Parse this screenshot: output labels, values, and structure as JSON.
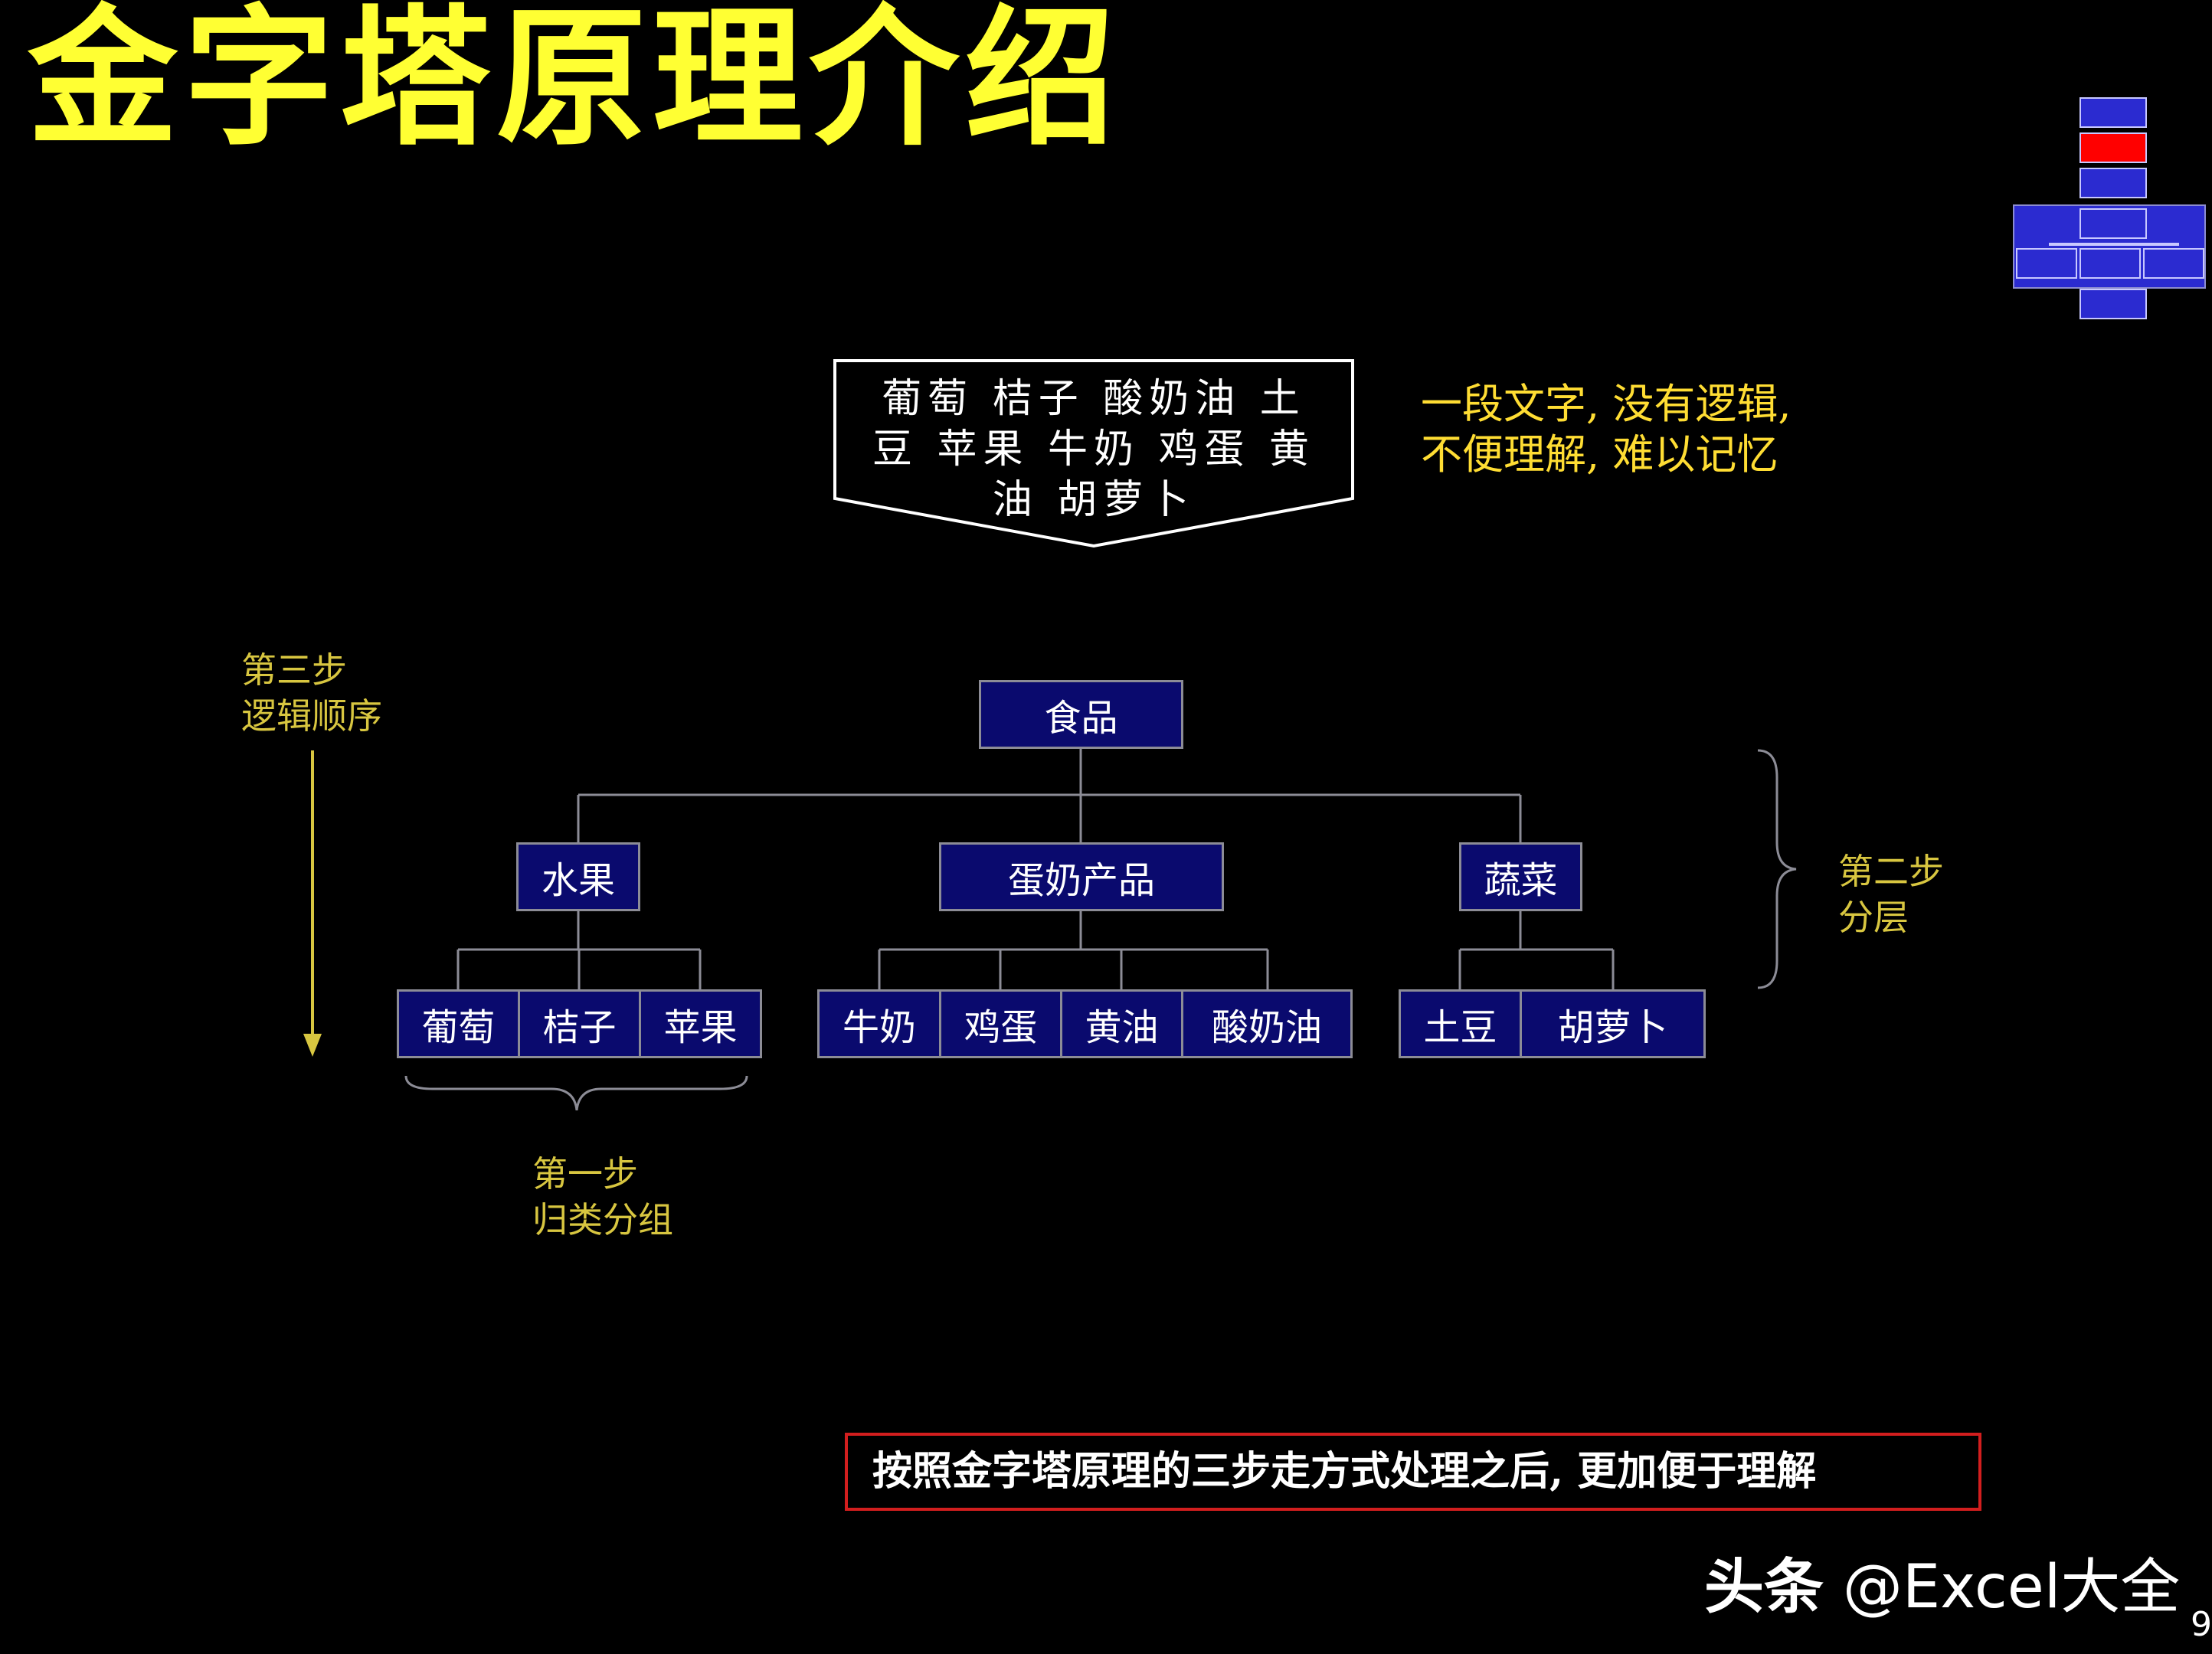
{
  "title": "金字塔原理介绍",
  "callout": {
    "text": "葡萄 桔子 酸奶油 土豆 苹果 牛奶 鸡蛋 黄油 胡萝卜"
  },
  "note": {
    "line1": "一段文字, 没有逻辑,",
    "line2": "不便理解, 难以记忆"
  },
  "steps": {
    "step3": {
      "line1": "第三步",
      "line2": "逻辑顺序"
    },
    "step2": {
      "line1": "第二步",
      "line2": "分层"
    },
    "step1": {
      "line1": "第一步",
      "line2": "归类分组"
    }
  },
  "tree": {
    "root": "食品",
    "categories": [
      "水果",
      "蛋奶产品",
      "蔬菜"
    ],
    "fruits": [
      "葡萄",
      "桔子",
      "苹果"
    ],
    "dairy": [
      "牛奶",
      "鸡蛋",
      "黄油",
      "酸奶油"
    ],
    "vegetables": [
      "土豆",
      "胡萝卜"
    ]
  },
  "conclusion": "按照金字塔原理的三步走方式处理之后, 更加便于理解",
  "watermark": {
    "brand": "头条",
    "handle": "@Excel大全"
  },
  "page_number": "9",
  "colors": {
    "title": "#ffff33",
    "node_fill": "#0a0a6e",
    "highlight": "#ff0000",
    "conclusion_border": "#d21e1e"
  }
}
